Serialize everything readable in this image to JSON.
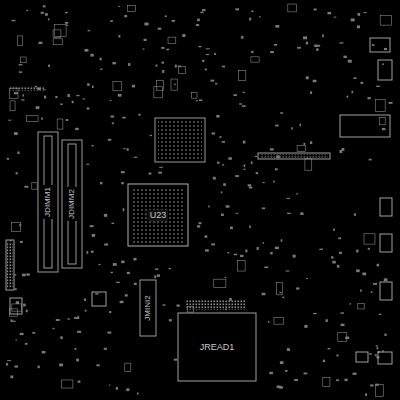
{
  "diagram": {
    "nodes": [
      {
        "text": [
          "JDIMM1"
        ]
      },
      {
        "text": [
          "JDIMM2"
        ]
      },
      {
        "text": [
          "U23"
        ]
      },
      {
        "text": [
          "JMINI2"
        ]
      },
      {
        "text": [
          "JREAD1"
        ]
      }
    ]
  }
}
